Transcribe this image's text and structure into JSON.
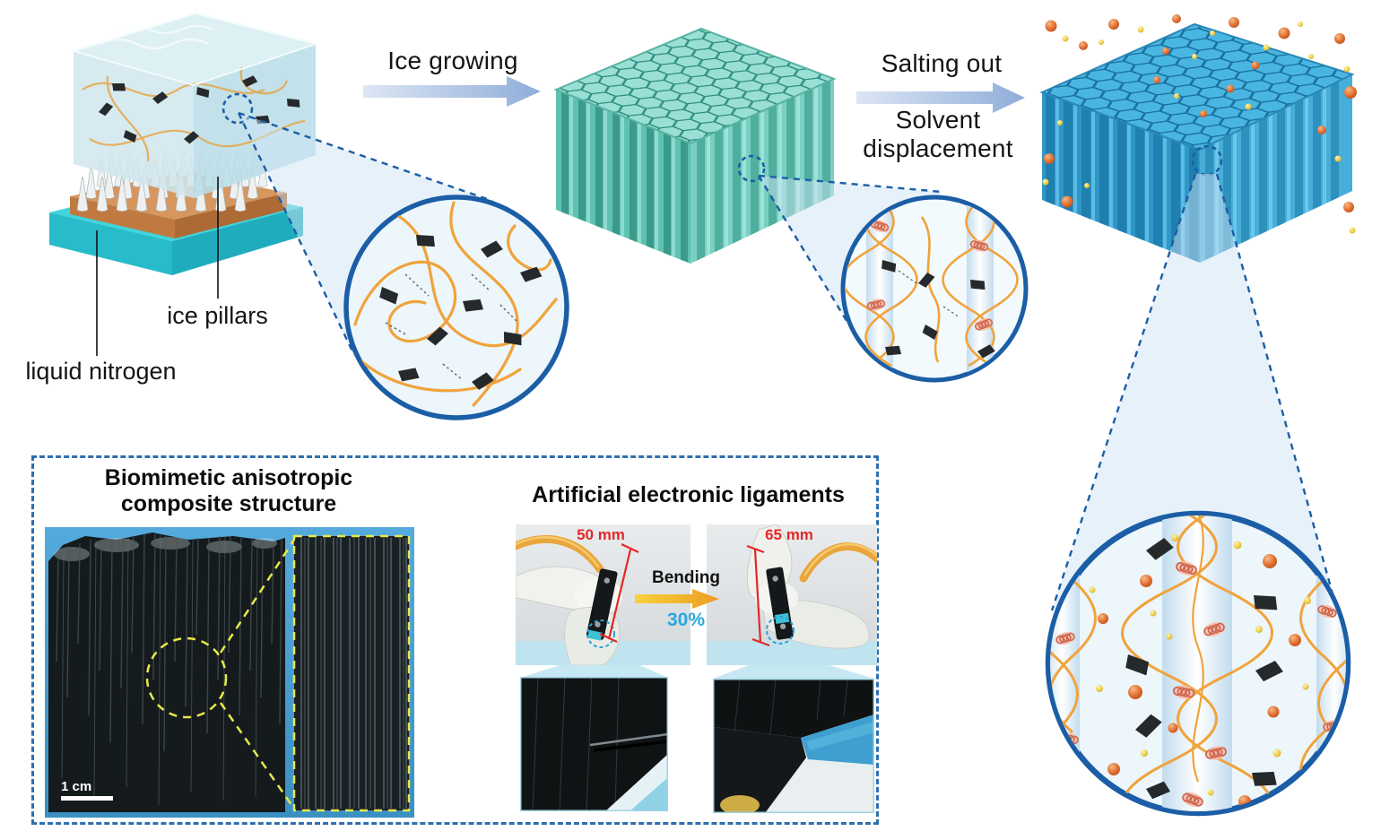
{
  "figure": {
    "process": {
      "step1_label": "Ice growing",
      "step2_label": "Salting out",
      "step2_sub_line1": "Solvent",
      "step2_sub_line2": "displacement"
    },
    "annotations": {
      "ice_pillars": "ice pillars",
      "liquid_nitrogen": "liquid nitrogen"
    },
    "composite_panel": {
      "title_line1": "Biomimetic anisotropic",
      "title_line2": "composite structure",
      "scale_bar": "1 cm"
    },
    "ligament_panel": {
      "title": "Artificial electronic ligaments",
      "left_measurement": "50 mm",
      "right_measurement": "65 mm",
      "bending_label": "Bending",
      "strain_label": "30%"
    },
    "colors": {
      "accent_blue": "#1b5ea6",
      "polymer_orange": "#f0a33c",
      "teal_structure": "#57bcab",
      "blue_structure": "#2f96c8",
      "measurement_red": "#e22828",
      "strain_cyan": "#2aa8dd",
      "highlight_yellow": "#e8e84a"
    }
  }
}
